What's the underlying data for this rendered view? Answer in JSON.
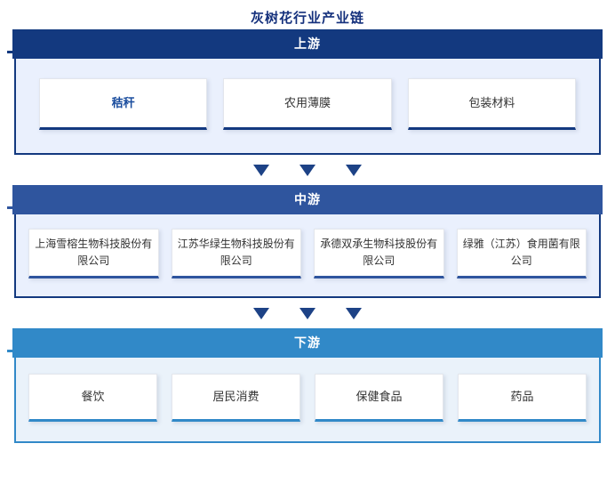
{
  "title": "灰树花行业产业链",
  "colors": {
    "title": "#14307c",
    "upstream": "#13397f",
    "midstream": "#2f559e",
    "downstream": "#3189c8",
    "arrow": "#1d4286",
    "section_bg": "#eaf0fd",
    "card_bg": "#ffffff"
  },
  "sections": [
    {
      "key": "upstream",
      "header": "上游",
      "cards": [
        {
          "label": "秸秆",
          "accent": true
        },
        {
          "label": "农用薄膜",
          "accent": false
        },
        {
          "label": "包装材料",
          "accent": false
        }
      ]
    },
    {
      "key": "midstream",
      "header": "中游",
      "cards": [
        {
          "label": "上海雪榕生物科技股份有限公司",
          "accent": false
        },
        {
          "label": "江苏华绿生物科技股份有限公司",
          "accent": false
        },
        {
          "label": "承德双承生物科技股份有限公司",
          "accent": false
        },
        {
          "label": "绿雅（江苏）食用菌有限公司",
          "accent": false
        }
      ]
    },
    {
      "key": "downstream",
      "header": "下游",
      "cards": [
        {
          "label": "餐饮",
          "accent": false
        },
        {
          "label": "居民消费",
          "accent": false
        },
        {
          "label": "保健食品",
          "accent": false
        },
        {
          "label": "药品",
          "accent": false
        }
      ]
    }
  ],
  "arrows": {
    "icon": "triangle-down-icon",
    "count": 3
  }
}
